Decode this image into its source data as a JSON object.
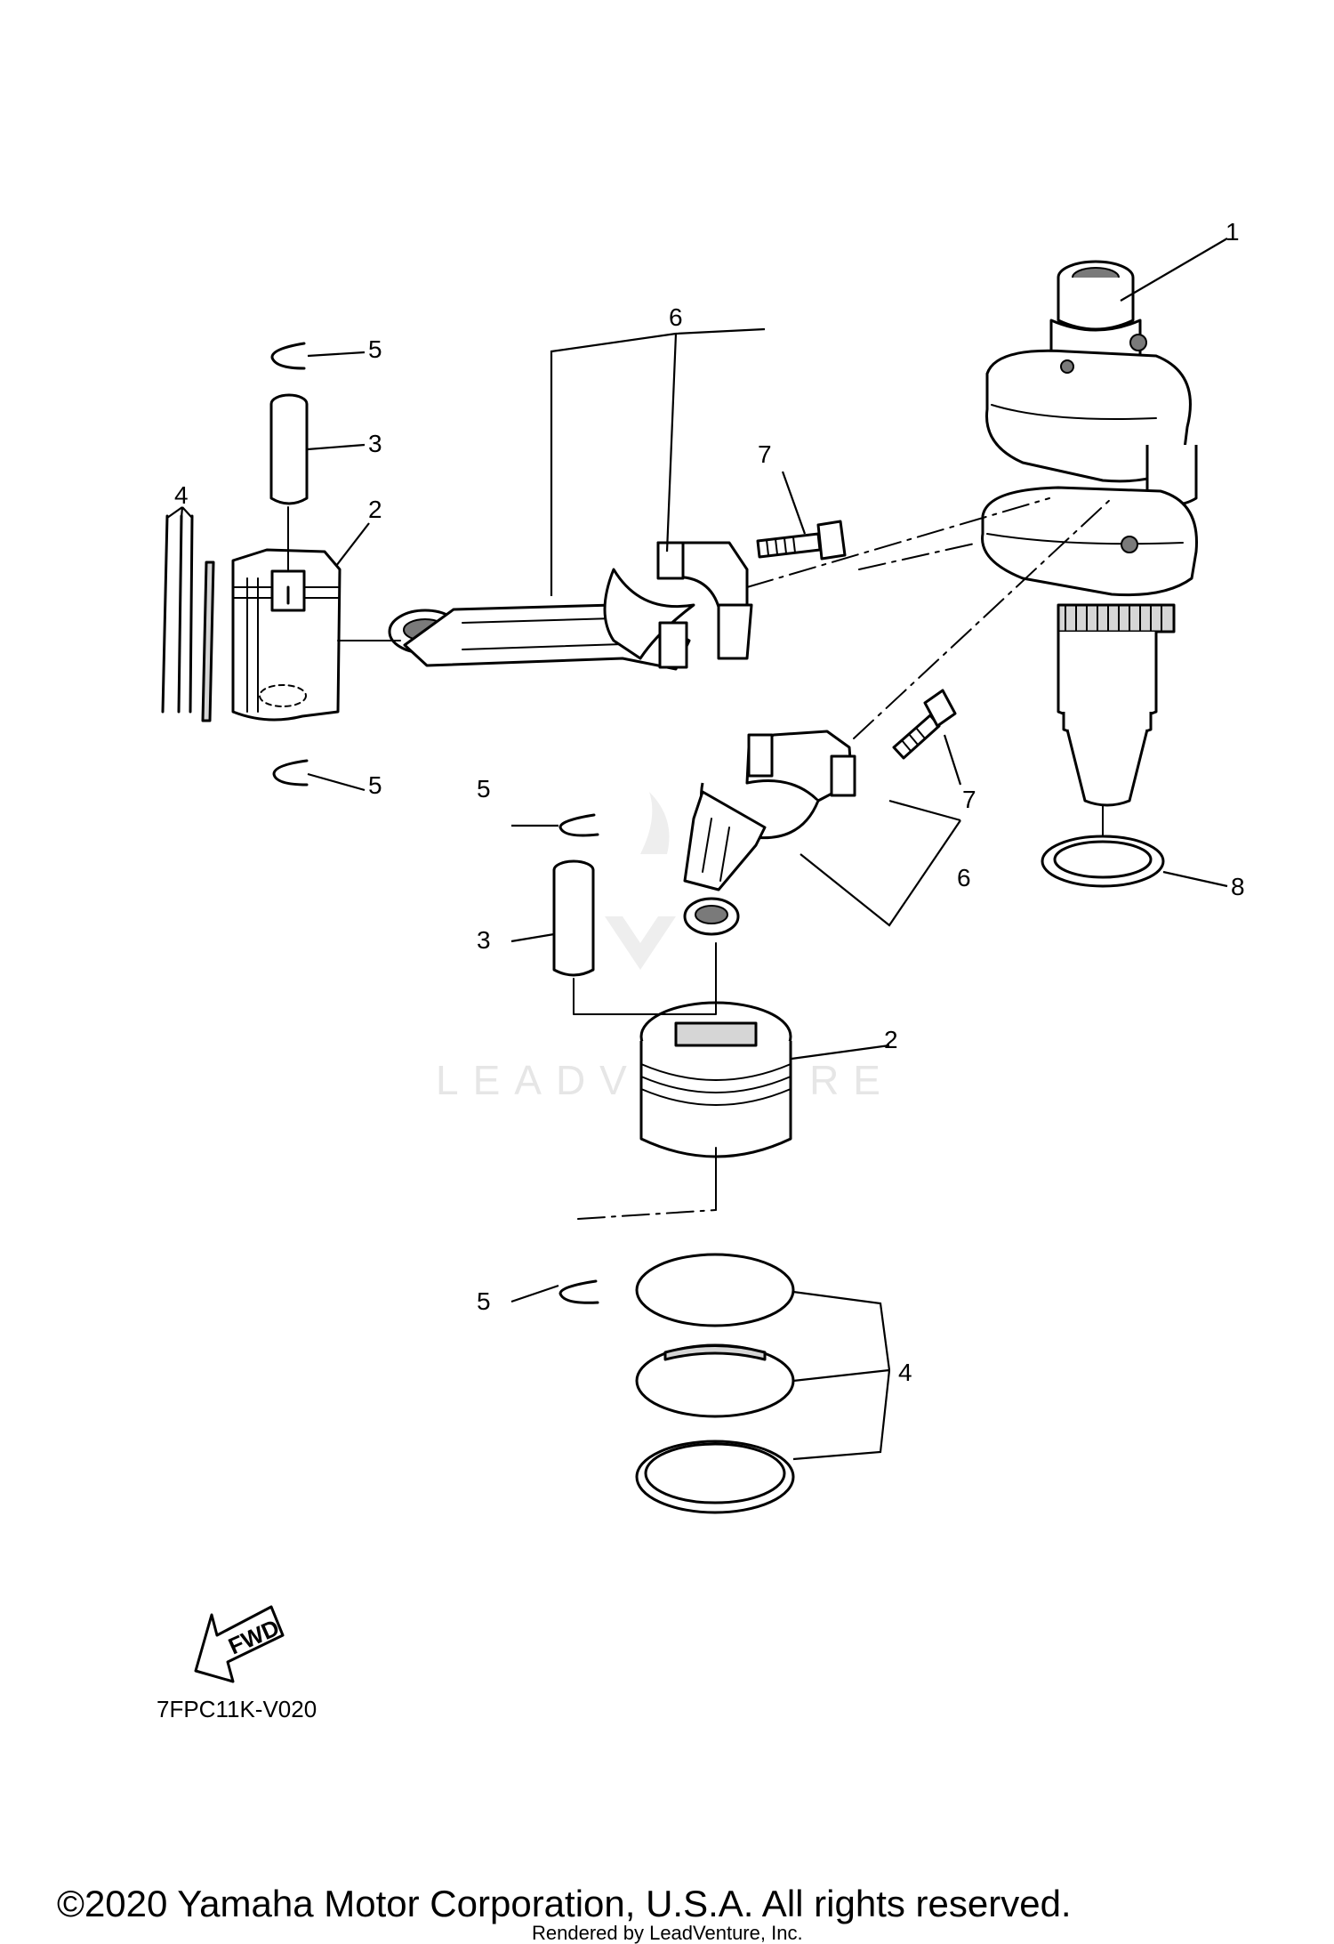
{
  "callouts": {
    "c1": "1",
    "c2_upper": "2",
    "c2_lower": "2",
    "c3_upper": "3",
    "c3_lower": "3",
    "c4_upper": "4",
    "c4_lower": "4",
    "c5_upper_top": "5",
    "c5_upper_bottom": "5",
    "c5_lower_top": "5",
    "c5_lower_bottom": "5",
    "c6_upper": "6",
    "c6_lower": "6",
    "c7_upper": "7",
    "c7_lower": "7",
    "c8": "8"
  },
  "fwd_label": "FWD",
  "diagram_code": "7FPC11K-V020",
  "watermark": "LEADVENTURE",
  "copyright": "©2020 Yamaha Motor Corporation, U.S.A. All rights reserved.",
  "rendered_by": "Rendered by LeadVenture, Inc."
}
